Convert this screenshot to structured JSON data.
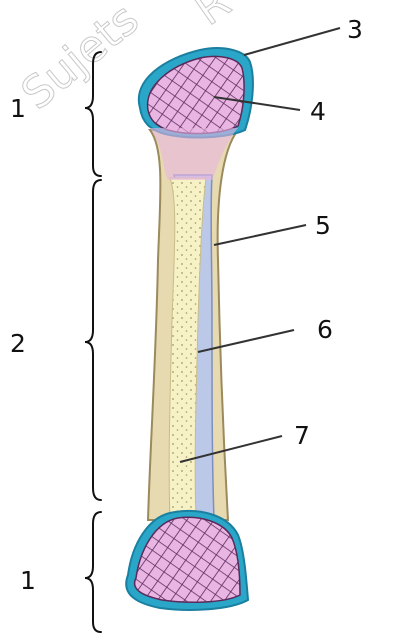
{
  "watermark": {
    "text_left": "Sujets",
    "text_right": "R"
  },
  "region_labels": {
    "top": "1",
    "middle": "2",
    "bottom": "1"
  },
  "part_labels": {
    "l3": "3",
    "l4": "4",
    "l5": "5",
    "l6": "6",
    "l7": "7"
  },
  "colors": {
    "periosteum": "#2aa6c8",
    "spongy_bone": "#e9b6e3",
    "spongy_mesh": "#5a2a5a",
    "compact_bone": "#e7d9b0",
    "medullary_canal": "#bcc8e8",
    "marrow": "#f7f1c6",
    "outline": "#9b8a5c"
  }
}
